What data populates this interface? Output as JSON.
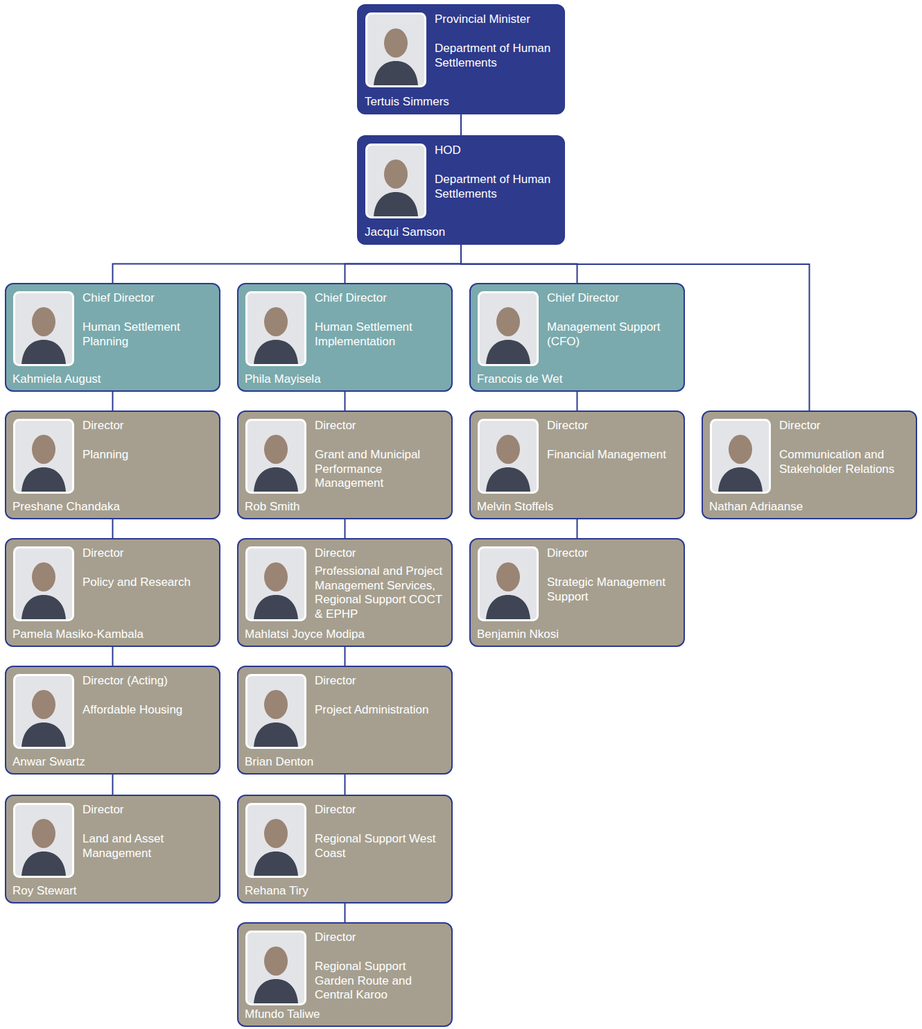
{
  "diagram": {
    "nodes": [
      {
        "text": [
          "Provincial Minister",
          "Department of Human Settlements",
          "Tertuis Simmers"
        ]
      },
      {
        "text": [
          "HOD",
          "Department of Human Settlements",
          "Jacqui Samson"
        ]
      },
      {
        "text": [
          "Chief Director",
          "Human Settlement Planning",
          "Kahmiela August"
        ]
      },
      {
        "text": [
          "Chief Director",
          "Human Settlement Implementation",
          "Phila Mayisela"
        ]
      },
      {
        "text": [
          "Chief Director",
          "Management Support (CFO)",
          "Francois de Wet"
        ]
      },
      {
        "text": [
          "Director",
          "Planning",
          "Preshane Chandaka"
        ]
      },
      {
        "text": [
          "Director",
          "Grant and Municipal Performance Management",
          "Rob Smith"
        ]
      },
      {
        "text": [
          "Director",
          "Financial Management",
          "Melvin Stoffels"
        ]
      },
      {
        "text": [
          "Director",
          "Communication and Stakeholder Relations",
          "Nathan Adriaanse"
        ]
      },
      {
        "text": [
          "Director",
          "Policy and Research",
          "Pamela Masiko-Kambala"
        ]
      },
      {
        "text": [
          "Director",
          "Professional and Project Management Services, Regional Support COCT & EPHP",
          "Mahlatsi Joyce Modipa"
        ]
      },
      {
        "text": [
          "Director",
          "Strategic Management Support",
          "Benjamin Nkosi"
        ]
      },
      {
        "text": [
          "Director (Acting)",
          "Affordable Housing",
          "Anwar Swartz"
        ]
      },
      {
        "text": [
          "Director",
          "Project Administration",
          "Brian Denton"
        ]
      },
      {
        "text": [
          "Director",
          "Land and Asset Management",
          "Roy Stewart"
        ]
      },
      {
        "text": [
          "Director",
          "Regional Support West Coast",
          "Rehana Tiry"
        ]
      },
      {
        "text": [
          "Director",
          "Regional Support Garden Route and Central Karoo",
          "Mfundo Taliwe"
        ]
      }
    ],
    "edges": [
      {
        "from": 0,
        "to": 1,
        "arrow": "none"
      },
      {
        "from": 1,
        "to": 2,
        "arrow": "none"
      },
      {
        "from": 1,
        "to": 3,
        "arrow": "none"
      },
      {
        "from": 1,
        "to": 4,
        "arrow": "none"
      },
      {
        "from": 1,
        "to": 8,
        "arrow": "none"
      },
      {
        "from": 2,
        "to": 5,
        "arrow": "none"
      },
      {
        "from": 5,
        "to": 9,
        "arrow": "none"
      },
      {
        "from": 9,
        "to": 12,
        "arrow": "none"
      },
      {
        "from": 12,
        "to": 14,
        "arrow": "none"
      },
      {
        "from": 3,
        "to": 6,
        "arrow": "none"
      },
      {
        "from": 6,
        "to": 10,
        "arrow": "none"
      },
      {
        "from": 10,
        "to": 13,
        "arrow": "none"
      },
      {
        "from": 13,
        "to": 15,
        "arrow": "none"
      },
      {
        "from": 15,
        "to": 16,
        "arrow": "none"
      },
      {
        "from": 4,
        "to": 7,
        "arrow": "none"
      },
      {
        "from": 7,
        "to": 11,
        "arrow": "none"
      }
    ]
  }
}
